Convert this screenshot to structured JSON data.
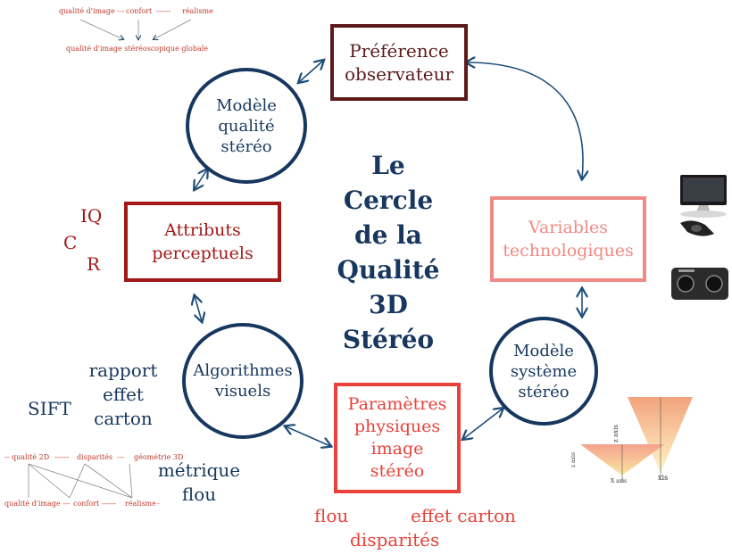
{
  "title": {
    "lines": [
      "Le",
      "Cercle",
      "de la",
      "Qualité",
      "3D",
      "Stéréo"
    ]
  },
  "nodes": {
    "preference": {
      "lines": [
        "Préférence",
        "observateur"
      ],
      "color": "#5c1a1a"
    },
    "variables": {
      "lines": [
        "Variables",
        "technologiques"
      ],
      "color": "#f08a84"
    },
    "modele_systeme": {
      "lines": [
        "Modèle",
        "système",
        "stéréo"
      ]
    },
    "parametres": {
      "lines": [
        "Paramètres",
        "physiques",
        "image",
        "stéréo"
      ],
      "color": "#e8423a"
    },
    "algorithmes": {
      "lines": [
        "Algorithmes",
        "visuels"
      ]
    },
    "attributs": {
      "lines": [
        "Attributs",
        "perceptuels"
      ],
      "color": "#a31818"
    },
    "modele_qualite": {
      "lines": [
        "Modèle",
        "qualité",
        "stéréo"
      ]
    }
  },
  "side_labels": {
    "iq": "IQ",
    "c": "C",
    "r": "R",
    "rapport_effet_carton": [
      "rapport",
      "effet",
      "carton"
    ],
    "sift": "SIFT",
    "metrique_flou": [
      "métrique",
      "flou"
    ],
    "flou": "flou",
    "effet_carton": "effet carton",
    "disparites": "disparités"
  },
  "top_mini_diagram": {
    "row1": [
      "qualité d'image ---",
      "confort",
      "------",
      "réalisme"
    ],
    "row2": "qualité d'image stéréoscopique globale"
  },
  "bottom_mini_diagram": {
    "row1": [
      "-- qualité 2D",
      "------",
      "disparités",
      "---",
      "géométrie 3D"
    ],
    "row2": [
      "qualité d'image ---",
      "confort",
      "------",
      "réalisme",
      "-"
    ]
  },
  "frustum_labels": {
    "z_axis": "z axis",
    "x_axis": "X axis",
    "xis": "xis",
    "z_axis2": "z axis"
  },
  "colors": {
    "navy": "#17375e",
    "arrow": "#1f4e79"
  }
}
